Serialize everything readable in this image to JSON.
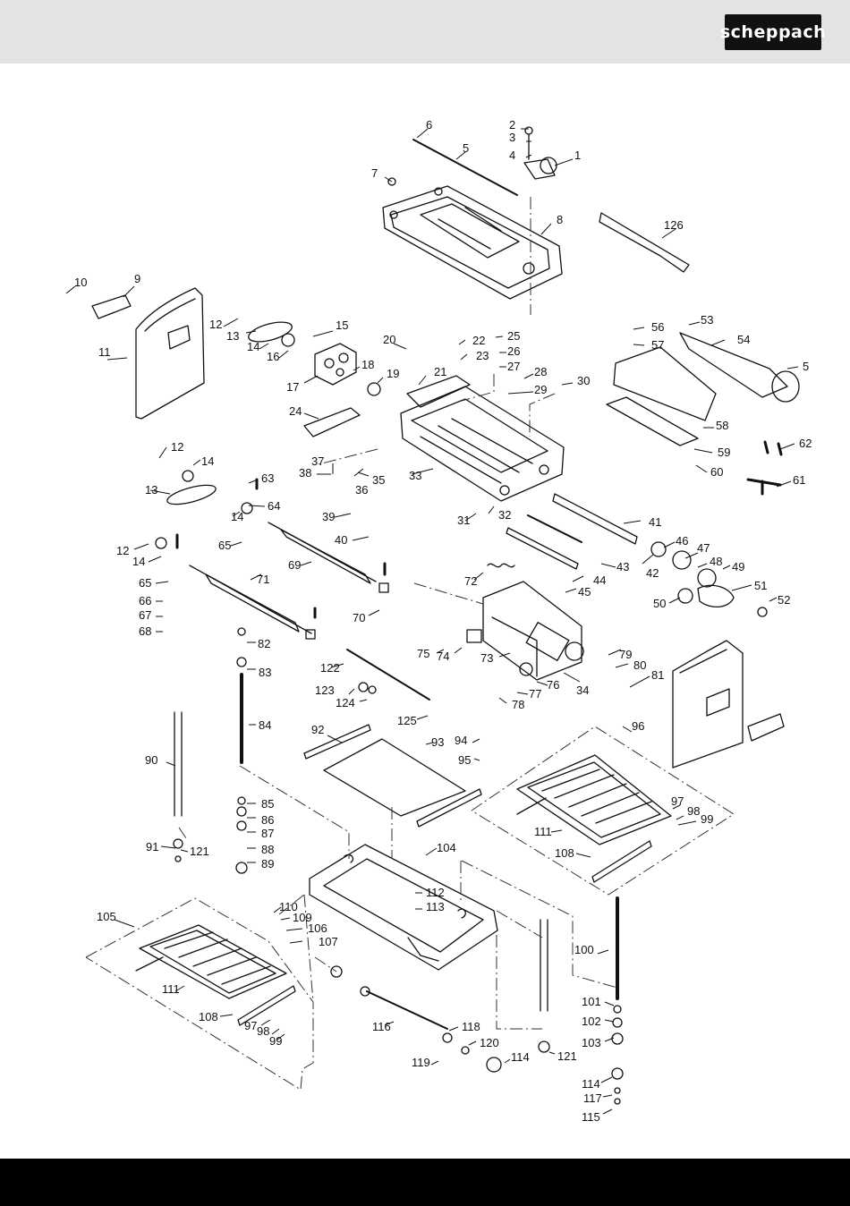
{
  "header": {
    "logo_text": "scheppach"
  },
  "diagram": {
    "callouts": [
      {
        "label": "1"
      },
      {
        "label": "2"
      },
      {
        "label": "3"
      },
      {
        "label": "4"
      },
      {
        "label": "5"
      },
      {
        "label": "6"
      },
      {
        "label": "7"
      },
      {
        "label": "8"
      },
      {
        "label": "126"
      },
      {
        "label": "10"
      },
      {
        "label": "9"
      },
      {
        "label": "11"
      },
      {
        "label": "12"
      },
      {
        "label": "13"
      },
      {
        "label": "14"
      },
      {
        "label": "15"
      },
      {
        "label": "16"
      },
      {
        "label": "17"
      },
      {
        "label": "18"
      },
      {
        "label": "19"
      },
      {
        "label": "20"
      },
      {
        "label": "21"
      },
      {
        "label": "22"
      },
      {
        "label": "23"
      },
      {
        "label": "24"
      },
      {
        "label": "25"
      },
      {
        "label": "26"
      },
      {
        "label": "27"
      },
      {
        "label": "28"
      },
      {
        "label": "29"
      },
      {
        "label": "30"
      },
      {
        "label": "53"
      },
      {
        "label": "54"
      },
      {
        "label": "56"
      },
      {
        "label": "57"
      },
      {
        "label": "5"
      },
      {
        "label": "58"
      },
      {
        "label": "59"
      },
      {
        "label": "60"
      },
      {
        "label": "62"
      },
      {
        "label": "61"
      },
      {
        "label": "33"
      },
      {
        "label": "37"
      },
      {
        "label": "38"
      },
      {
        "label": "36"
      },
      {
        "label": "35"
      },
      {
        "label": "12"
      },
      {
        "label": "14"
      },
      {
        "label": "13"
      },
      {
        "label": "63"
      },
      {
        "label": "64"
      },
      {
        "label": "14"
      },
      {
        "label": "65"
      },
      {
        "label": "39"
      },
      {
        "label": "40"
      },
      {
        "label": "31"
      },
      {
        "label": "32"
      },
      {
        "label": "41"
      },
      {
        "label": "43"
      },
      {
        "label": "42"
      },
      {
        "label": "46"
      },
      {
        "label": "47"
      },
      {
        "label": "48"
      },
      {
        "label": "49"
      },
      {
        "label": "51"
      },
      {
        "label": "50"
      },
      {
        "label": "52"
      },
      {
        "label": "12"
      },
      {
        "label": "14"
      },
      {
        "label": "69"
      },
      {
        "label": "65"
      },
      {
        "label": "66"
      },
      {
        "label": "67"
      },
      {
        "label": "68"
      },
      {
        "label": "71"
      },
      {
        "label": "70"
      },
      {
        "label": "72"
      },
      {
        "label": "44"
      },
      {
        "label": "45"
      },
      {
        "label": "75"
      },
      {
        "label": "74"
      },
      {
        "label": "73"
      },
      {
        "label": "79"
      },
      {
        "label": "80"
      },
      {
        "label": "81"
      },
      {
        "label": "34"
      },
      {
        "label": "76"
      },
      {
        "label": "77"
      },
      {
        "label": "78"
      },
      {
        "label": "82"
      },
      {
        "label": "83"
      },
      {
        "label": "122"
      },
      {
        "label": "123"
      },
      {
        "label": "124"
      },
      {
        "label": "125"
      },
      {
        "label": "84"
      },
      {
        "label": "92"
      },
      {
        "label": "93"
      },
      {
        "label": "94"
      },
      {
        "label": "95"
      },
      {
        "label": "96"
      },
      {
        "label": "90"
      },
      {
        "label": "85"
      },
      {
        "label": "86"
      },
      {
        "label": "87"
      },
      {
        "label": "88"
      },
      {
        "label": "89"
      },
      {
        "label": "91"
      },
      {
        "label": "121"
      },
      {
        "label": "97"
      },
      {
        "label": "98"
      },
      {
        "label": "99"
      },
      {
        "label": "111"
      },
      {
        "label": "108"
      },
      {
        "label": "104"
      },
      {
        "label": "112"
      },
      {
        "label": "113"
      },
      {
        "label": "105"
      },
      {
        "label": "110"
      },
      {
        "label": "109"
      },
      {
        "label": "106"
      },
      {
        "label": "107"
      },
      {
        "label": "100"
      },
      {
        "label": "111"
      },
      {
        "label": "108"
      },
      {
        "label": "97"
      },
      {
        "label": "98"
      },
      {
        "label": "99"
      },
      {
        "label": "116"
      },
      {
        "label": "118"
      },
      {
        "label": "120"
      },
      {
        "label": "119"
      },
      {
        "label": "114"
      },
      {
        "label": "121"
      },
      {
        "label": "101"
      },
      {
        "label": "102"
      },
      {
        "label": "103"
      },
      {
        "label": "114"
      },
      {
        "label": "117"
      },
      {
        "label": "115"
      }
    ]
  }
}
